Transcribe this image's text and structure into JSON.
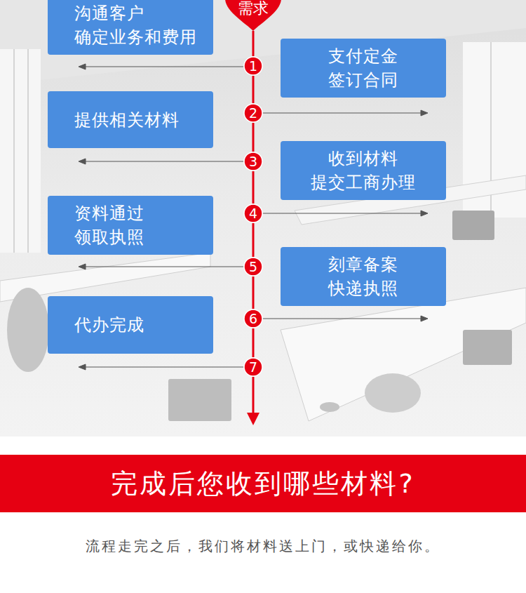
{
  "diagram": {
    "nodes": [
      {
        "text": [
          "需求"
        ]
      },
      {
        "text": [
          "沟通客户 确定业务和费用"
        ]
      },
      {
        "text": [
          "1"
        ]
      },
      {
        "text": [
          "支付定金 签订合同"
        ]
      },
      {
        "text": [
          "2"
        ]
      },
      {
        "text": [
          "提供相关材料"
        ]
      },
      {
        "text": [
          "3"
        ]
      },
      {
        "text": [
          "收到材料 提交工商办理"
        ]
      },
      {
        "text": [
          "4"
        ]
      },
      {
        "text": [
          "资料通过 领取执照"
        ]
      },
      {
        "text": [
          "5"
        ]
      },
      {
        "text": [
          "刻章备案 快递执照"
        ]
      },
      {
        "text": [
          "6"
        ]
      },
      {
        "text": [
          "代办完成"
        ]
      },
      {
        "text": [
          "7"
        ]
      },
      {
        "text": [
          "完成后您收到哪些材料?"
        ]
      }
    ],
    "edges": [
      {
        "from": 0,
        "to": 2,
        "arrow": "none"
      },
      {
        "from": 2,
        "to": 4,
        "arrow": "none"
      },
      {
        "from": 4,
        "to": 6,
        "arrow": "none"
      },
      {
        "from": 6,
        "to": 8,
        "arrow": "none"
      },
      {
        "from": 8,
        "to": 10,
        "arrow": "none"
      },
      {
        "from": 10,
        "to": 12,
        "arrow": "none"
      },
      {
        "from": 12,
        "to": 14,
        "arrow": "none"
      }
    ],
    "labels": [
      "流程走完之后，我们将材料送上门，或快递给你。"
    ]
  }
}
